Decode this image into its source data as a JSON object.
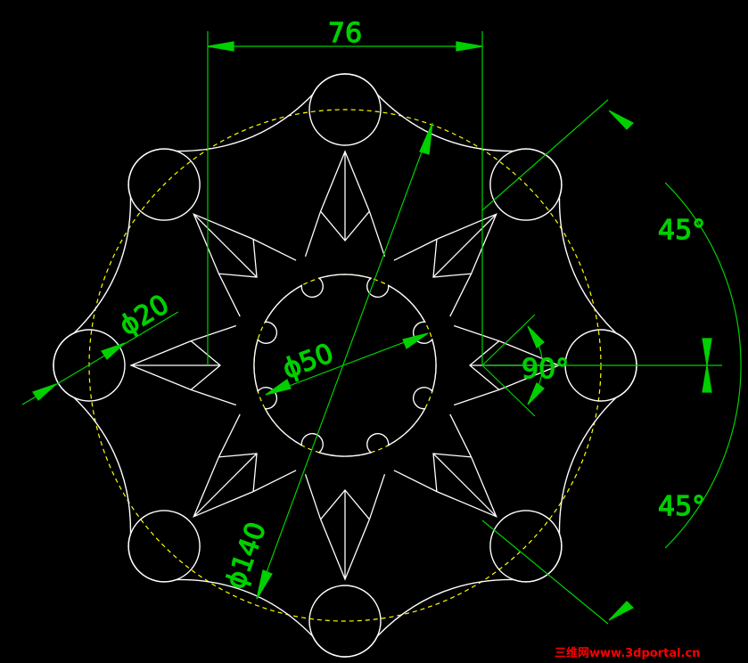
{
  "colors": {
    "background": "#000000",
    "geometry": "#ffffff",
    "dimension": "#00d000",
    "center_line": "#ffff00",
    "watermark": "#ff0000"
  },
  "dimensions": {
    "width": "76",
    "angle_top": "45°",
    "angle_bottom": "45°",
    "angle_right": "90°",
    "small_diameter": "ϕ20",
    "inner_diameter": "ϕ50",
    "outer_diameter": "ϕ140"
  },
  "watermark": {
    "text": "三维网www.3dportal.cn"
  }
}
